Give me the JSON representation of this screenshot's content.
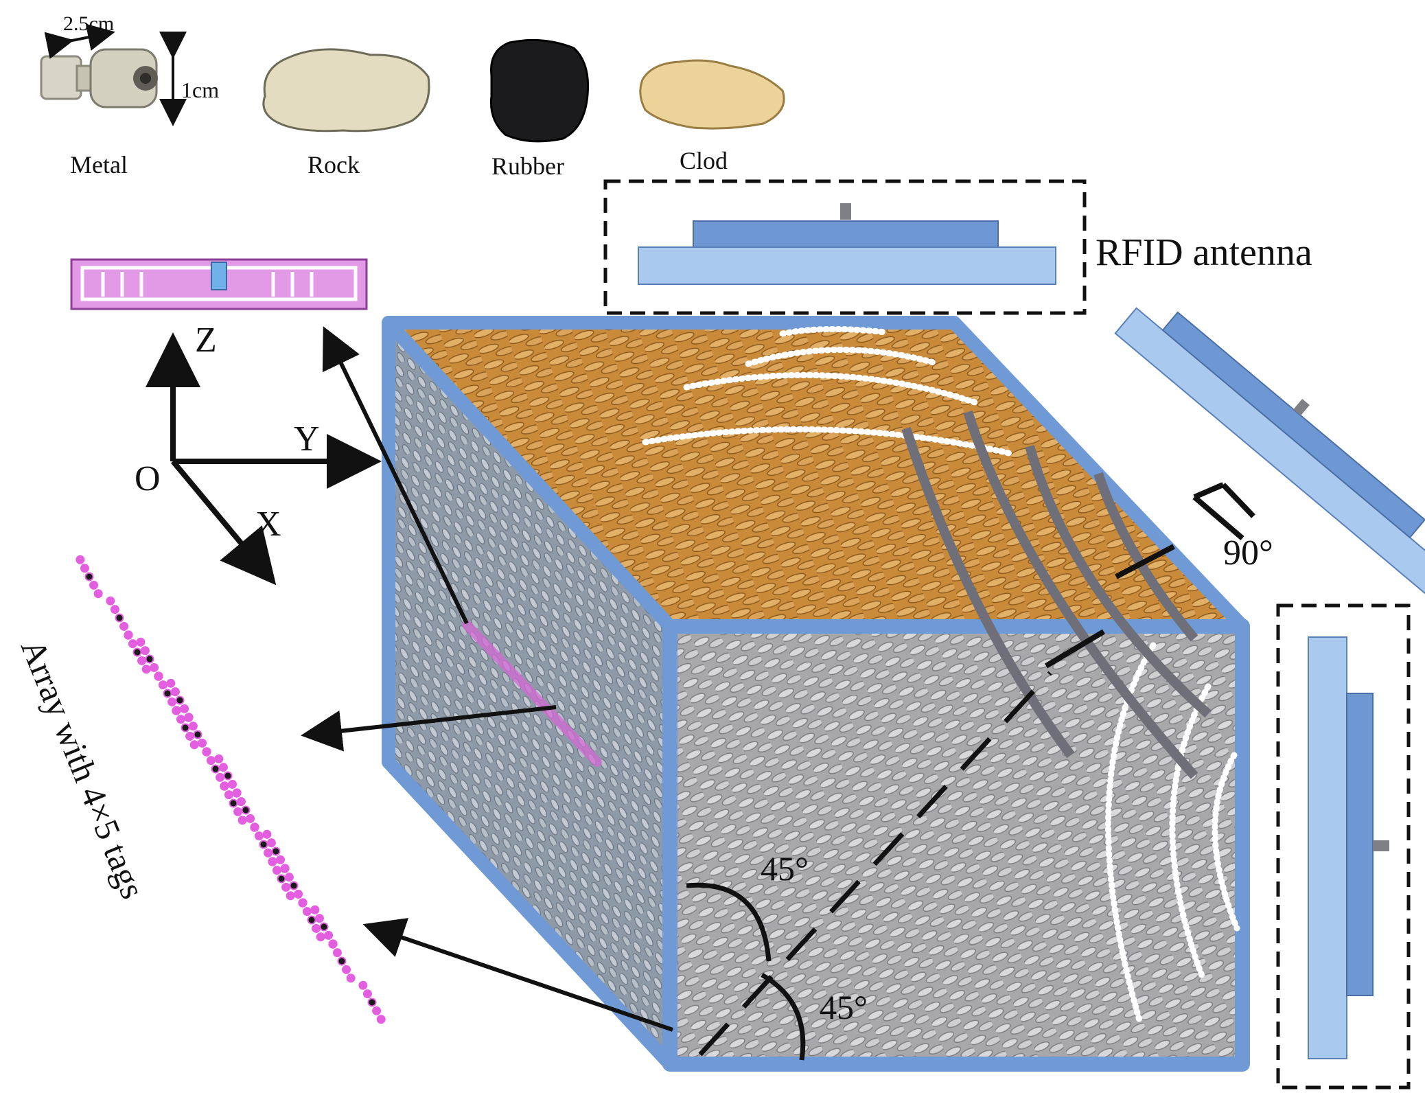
{
  "objects": {
    "metal": "Metal",
    "rock": "Rock",
    "rubber": "Rubber",
    "clod": "Clod",
    "dim_width": "2.5cm",
    "dim_height": "1cm"
  },
  "antenna_label": "RFID antenna",
  "axes": {
    "z": "Z",
    "y": "Y",
    "x": "X",
    "origin": "O"
  },
  "angles": {
    "right": "90°",
    "upper": "45°",
    "lower": "45°"
  },
  "array_label": "Array with 4×5 tags",
  "colors": {
    "box_frame": "#6f9ad6",
    "antenna_light": "#a9c9ef",
    "antenna_dark": "#6e98d3",
    "grain_top": "#c98a3a",
    "grain_side": "#b5b5b8",
    "tag": "#e45fe0"
  }
}
